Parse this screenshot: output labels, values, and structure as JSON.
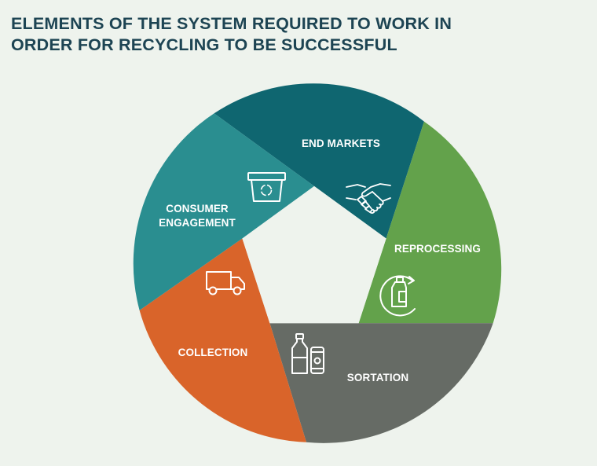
{
  "title": {
    "line1": "ELEMENTS OF THE SYSTEM REQUIRED TO WORK IN",
    "line2": "ORDER FOR RECYCLING TO BE SUCCESSFUL"
  },
  "segments": [
    {
      "label": "END MARKETS",
      "color": "#0f6670",
      "icon": "handshake-icon"
    },
    {
      "label": "REPROCESSING",
      "color": "#63a24b",
      "icon": "recycle-bottle-icon"
    },
    {
      "label": "SORTATION",
      "color": "#666b65",
      "icon": "bottle-and-can-icon"
    },
    {
      "label": "COLLECTION",
      "color": "#d9642a",
      "icon": "truck-icon"
    },
    {
      "label_line1": "CONSUMER",
      "label_line2": "ENGAGEMENT",
      "color": "#2a8e90",
      "icon": "recycling-bin-icon"
    }
  ]
}
